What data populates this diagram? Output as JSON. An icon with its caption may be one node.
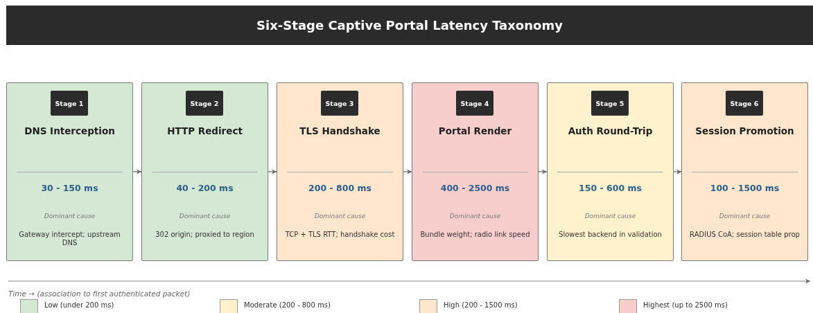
{
  "diagram": {
    "title": "Six-Stage Captive Portal Latency Taxonomy",
    "nodes": [
      {
        "text": [
          "Stage 1",
          "DNS Interception",
          "30 - 150 ms",
          "Dominant cause",
          "Gateway intercept; upstream DNS"
        ]
      },
      {
        "text": [
          "Stage 2",
          "HTTP Redirect",
          "40 - 200 ms",
          "Dominant cause",
          "302 origin; proxied to region"
        ]
      },
      {
        "text": [
          "Stage 3",
          "TLS Handshake",
          "200 - 800 ms",
          "Dominant cause",
          "TCP + TLS RTT; handshake cost"
        ]
      },
      {
        "text": [
          "Stage 4",
          "Portal Render",
          "400 - 2500 ms",
          "Dominant cause",
          "Bundle weight; radio link speed"
        ]
      },
      {
        "text": [
          "Stage 5",
          "Auth Round-Trip",
          "150 - 600 ms",
          "Dominant cause",
          "Slowest backend in validation"
        ]
      },
      {
        "text": [
          "Stage 6",
          "Session Promotion",
          "100 - 1500 ms",
          "Dominant cause",
          "RADIUS CoA; session table prop"
        ]
      }
    ],
    "edges": [
      {
        "from": 0,
        "to": 1,
        "arrow": "to"
      },
      {
        "from": 1,
        "to": 2,
        "arrow": "to"
      },
      {
        "from": 2,
        "to": 3,
        "arrow": "to"
      },
      {
        "from": 3,
        "to": 4,
        "arrow": "to"
      },
      {
        "from": 4,
        "to": 5,
        "arrow": "to"
      }
    ],
    "labels": [
      "Time → (association to first authenticated packet)"
    ],
    "legend": [
      {
        "text": "Low (under 200 ms)",
        "color": "#d5e8d4"
      },
      {
        "text": "Moderate (200 - 800 ms)",
        "color": "#fff2cc"
      },
      {
        "text": "High (200 - 1500 ms)",
        "color": "#ffe6cc"
      },
      {
        "text": "Highest (up to 2500 ms)",
        "color": "#f8cecc"
      }
    ]
  }
}
